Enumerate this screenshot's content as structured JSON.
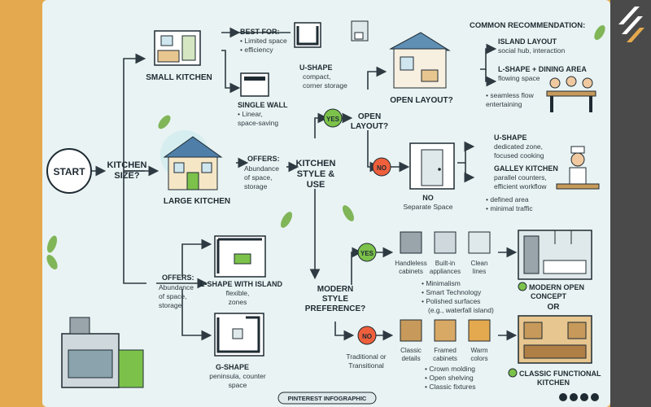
{
  "start": "START",
  "kitchen_size": [
    "KITCHEN",
    "SIZE?"
  ],
  "small": {
    "title": "SMALL KITCHEN",
    "best_for_title": "BEST FOR:",
    "best_for": [
      "• Limited space",
      "• efficiency"
    ],
    "ushape_title": "U-SHAPE",
    "ushape_desc": [
      "compact,",
      "corner storage"
    ],
    "single_title": "SINGLE WALL",
    "single_desc": [
      "• Linear,",
      "space-saving"
    ]
  },
  "large": {
    "title": "LARGE KITCHEN",
    "offers_title": "OFFERS:",
    "offers_desc": [
      "Abundance",
      "of space,",
      "storage"
    ]
  },
  "style_use": [
    "KITCHEN",
    "STYLE &",
    "USE"
  ],
  "yes": "YES",
  "no": "NO",
  "open_layout_q": [
    "OPEN",
    "LAYOUT?"
  ],
  "common_title": "COMMON RECOMMENDATION:",
  "open_layout": {
    "label": "OPEN LAYOUT?",
    "island_title": "ISLAND LAYOUT",
    "island_desc": "social hub, interaction",
    "ldining_title": "L-SHAPE + DINING AREA",
    "ldining_desc": "flowing space",
    "benefits": [
      "• seamless flow",
      "entertaining"
    ]
  },
  "separate": {
    "no_label": "NO",
    "sub": "Separate Space",
    "ushape_title": "U-SHAPE",
    "ushape_desc": [
      "dedicated zone,",
      "focused cooking"
    ],
    "galley_title": "GALLEY KITCHEN",
    "galley_desc": [
      "parallel counters,",
      "efficient workflow"
    ],
    "benefits": [
      "• defined area",
      "• minimal traffic"
    ]
  },
  "offers2": {
    "title": "OFFERS:",
    "desc": [
      "Abundance",
      "of space,",
      "storage"
    ]
  },
  "lisland": {
    "title": "L-SHAPE WITH ISLAND",
    "desc": [
      "flexible,",
      "zones"
    ]
  },
  "gshape": {
    "title": "G-SHAPE",
    "desc": [
      "peninsula, counter",
      "space"
    ]
  },
  "modern_q": [
    "MODERN",
    "STYLE",
    "PREFERENCE?"
  ],
  "modern": {
    "items": [
      [
        "Handleless",
        "cabinets"
      ],
      [
        "Built-in",
        "appliances"
      ],
      [
        "Clean",
        "lines"
      ]
    ],
    "bullets": [
      "• Minimalism",
      "• Smart Technology",
      "• Polished surfaces",
      "(e.g., waterfall island)"
    ],
    "result": [
      "MODERN OPEN",
      "CONCEPT"
    ]
  },
  "or": "OR",
  "traditional": {
    "label": [
      "Traditional or",
      "Transitional"
    ],
    "items": [
      [
        "Classic",
        "details"
      ],
      [
        "Framed",
        "cabinets"
      ],
      [
        "Warm",
        "colors"
      ]
    ],
    "bullets": [
      "• Crown molding",
      "• Open shelving",
      "• Classic fixtures"
    ],
    "result": [
      "CLASSIC FUNCTIONAL",
      "KITCHEN"
    ]
  },
  "footer": "PINTEREST INFOGRAPHIC",
  "colors": {
    "yes": "#7cc24a",
    "no": "#ef5f3c",
    "card": "#e9f3f3",
    "ink": "#1f2b33",
    "accent": "#e4a94e"
  }
}
